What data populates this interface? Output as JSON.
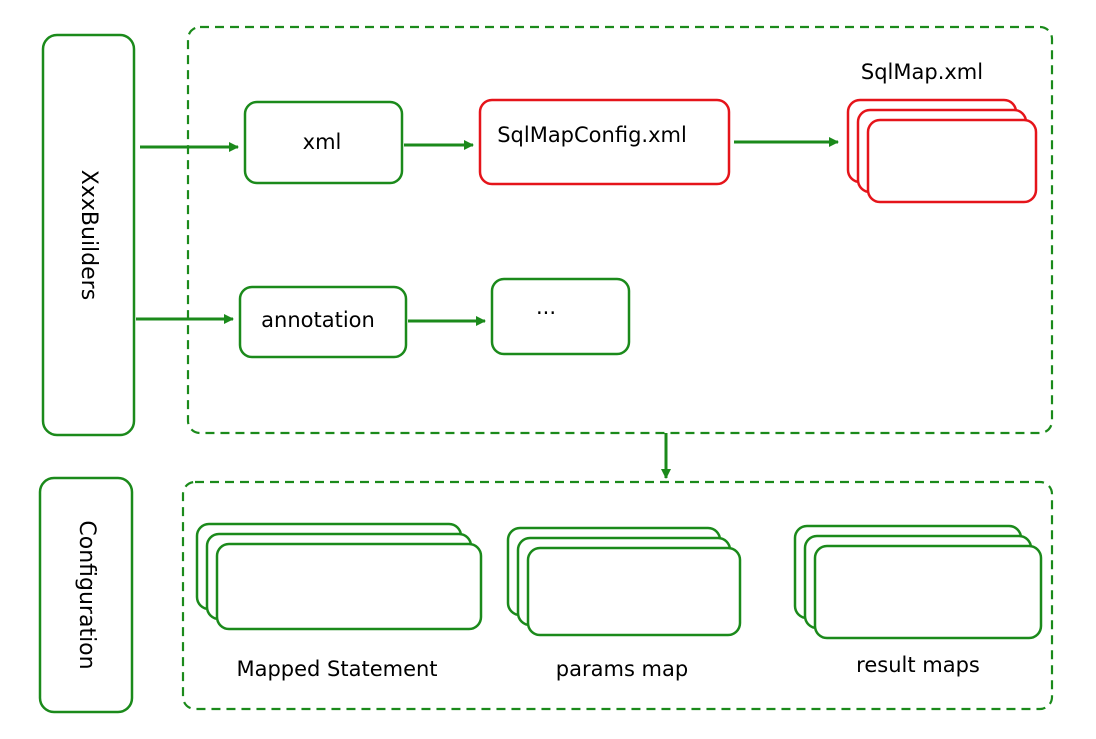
{
  "builders_label": "XxxBuilders",
  "configuration_label": "Configuration",
  "nodes": {
    "xml": "xml",
    "sqlmapconfig": "SqlMapConfig.xml",
    "sqlmap_title": "SqlMap.xml",
    "annotation": "annotation",
    "ellipsis": "..."
  },
  "configuration_items": {
    "mapped_statement": "Mapped Statement",
    "params_map": "params map",
    "result_maps": "result maps"
  },
  "colors": {
    "green": "#1b8a1b",
    "red": "#e5141a"
  }
}
